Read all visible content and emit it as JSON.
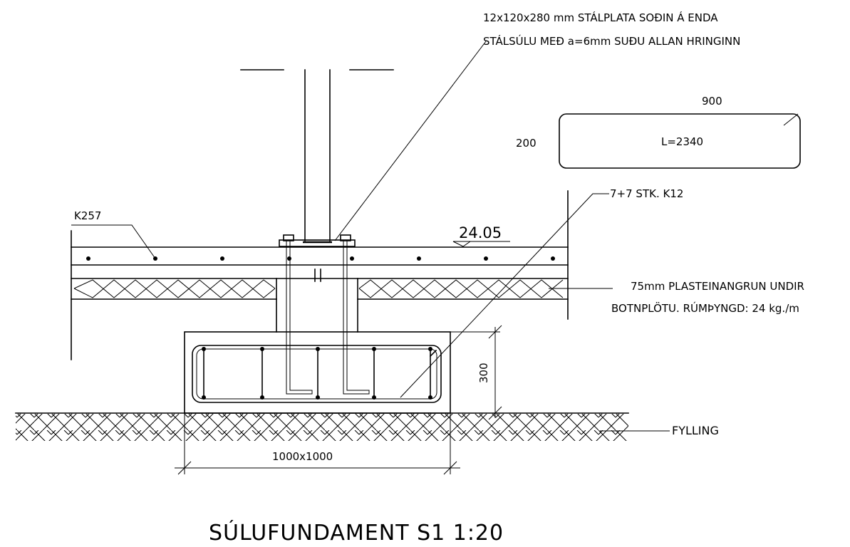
{
  "annotations": {
    "plate_line1": "12x120x280 mm STÁLPLATA SOÐIN Á ENDA",
    "plate_line2": "STÁLSÚLU MEÐ a=6mm SUÐU ALLAN HRINGINN",
    "rebar_label": "7+7 STK. K12",
    "mesh_label": "K257",
    "elevation": "24.05",
    "insulation_line1": "75mm PLASTEINANGRUN UNDIR",
    "insulation_line2": "BOTNPLÖTU. RÚMÞYNGD: 24 kg./m",
    "fill_label": "FYLLING"
  },
  "dimensions": {
    "bar_width": "900",
    "bar_height": "200",
    "bar_length": "L=2340",
    "footing_height": "300",
    "footing_size": "1000x1000"
  },
  "title": "SÚLUFUNDAMENT S1 1:20"
}
